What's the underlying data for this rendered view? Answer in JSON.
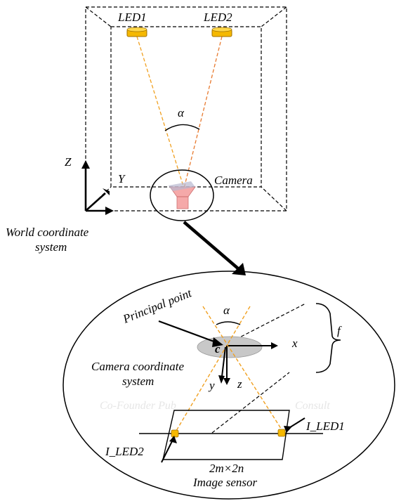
{
  "diagram": {
    "led1_label": "LED1",
    "led2_label": "LED2",
    "angle_symbol": "α",
    "camera_label": "Camera",
    "axis_z": "Z",
    "axis_y": "Y",
    "world_coord_line1": "World coordinate",
    "world_coord_line2": "system",
    "principal_point_label": "Principal point",
    "center_label": "c",
    "cam_axis_x": "x",
    "cam_axis_y": "y",
    "cam_axis_z": "z",
    "focal_label": "f",
    "camera_coord_line1": "Camera coordinate",
    "camera_coord_line2": "system",
    "i_led1_label": "I_LED1",
    "i_led2_label": "I_LED2",
    "sensor_size_label": "2m×2n",
    "sensor_name_label": "Image sensor",
    "colors": {
      "led": "#f5b800",
      "led_ray1": "#f0a020",
      "led_ray2": "#e87a30",
      "camera_fill": "#f4a0a0",
      "lens_fill": "#c8c8c8"
    }
  }
}
